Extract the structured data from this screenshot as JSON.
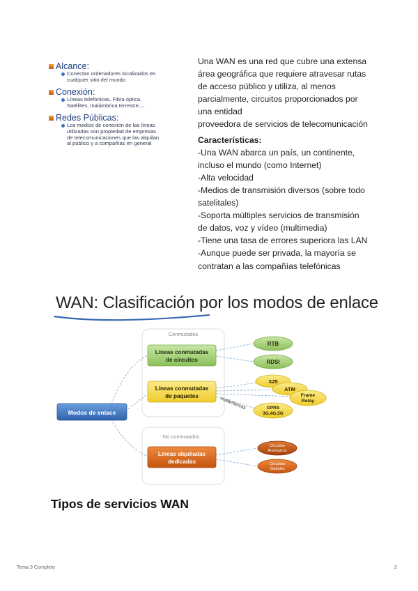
{
  "slide": {
    "items": [
      {
        "heading": "Alcance:",
        "sub": [
          "Conectan ordenadores localizados en",
          "cualquier sitio del mundo"
        ]
      },
      {
        "heading": "Conexión:",
        "sub": [
          "Líneas telefónicas, Fibra óptica,",
          "Satélites, Inalámbrica terrestre,..."
        ]
      },
      {
        "heading": "Redes Públicas:",
        "sub": [
          "Los medios de conexión de las líneas",
          "utilizadas son propiedad de empresas",
          "de telecomunicaciones que las alquilan",
          "al público y a compañías en general"
        ]
      }
    ]
  },
  "text": {
    "intro": [
      "Una WAN es una red que cubre una extensa",
      "área geográfica que requiere atravesar rutas",
      "de acceso público y utiliza, al menos",
      "parcialmente, circuitos proporcionados por",
      "una entidad",
      "proveedora de servicios de telecomunicación"
    ],
    "features_title": "Características:",
    "features": [
      "-Una WAN abarca un país, un continente,",
      "incluso el mundo (como Internet)",
      "-Alta velocidad",
      "-Medios de transmisión diversos (sobre todo",
      "satelitales)",
      "-Soporta múltiples servicios de transmisión",
      "de datos, voz y vídeo (multimedia)",
      "-Tiene una tasa de errores superiora las LAN",
      "-Aunque puede ser privada, la mayoría se",
      "contratan a las compañías telefónicas"
    ]
  },
  "diagram": {
    "title": "WAN: Clasificación por los modos de enlace",
    "root": "Modos de enlace",
    "group_conmutados": "Conmutados",
    "group_no_conmutados": "No conmutados",
    "circuitos": [
      "Líneas conmutadas",
      "de circuitos"
    ],
    "paquetes": [
      "Líneas conmutadas",
      "de paquetes"
    ],
    "dedicadas": [
      "Líneas alquiladas",
      "dedicadas"
    ],
    "rtb": "RTB",
    "rdsi": "RDSI",
    "x25": "X25",
    "atm": "ATM",
    "frame": [
      "Frame",
      "Relay"
    ],
    "gprs": [
      "GPRS",
      "3G,4G,5G"
    ],
    "inalambricas": "Inalámbricas",
    "analogicos": [
      "Circuitos",
      "Analógicos"
    ],
    "digitales": [
      "Circuitos",
      "Digitales"
    ],
    "colors": {
      "root": "#3d78c0",
      "green": "#a6cf78",
      "yellow": "#f5dd55",
      "orange": "#d96a1f"
    }
  },
  "section_heading": "Tipos de servicios WAN",
  "footer": {
    "left": "Tema 3  Completo",
    "right": "2"
  }
}
